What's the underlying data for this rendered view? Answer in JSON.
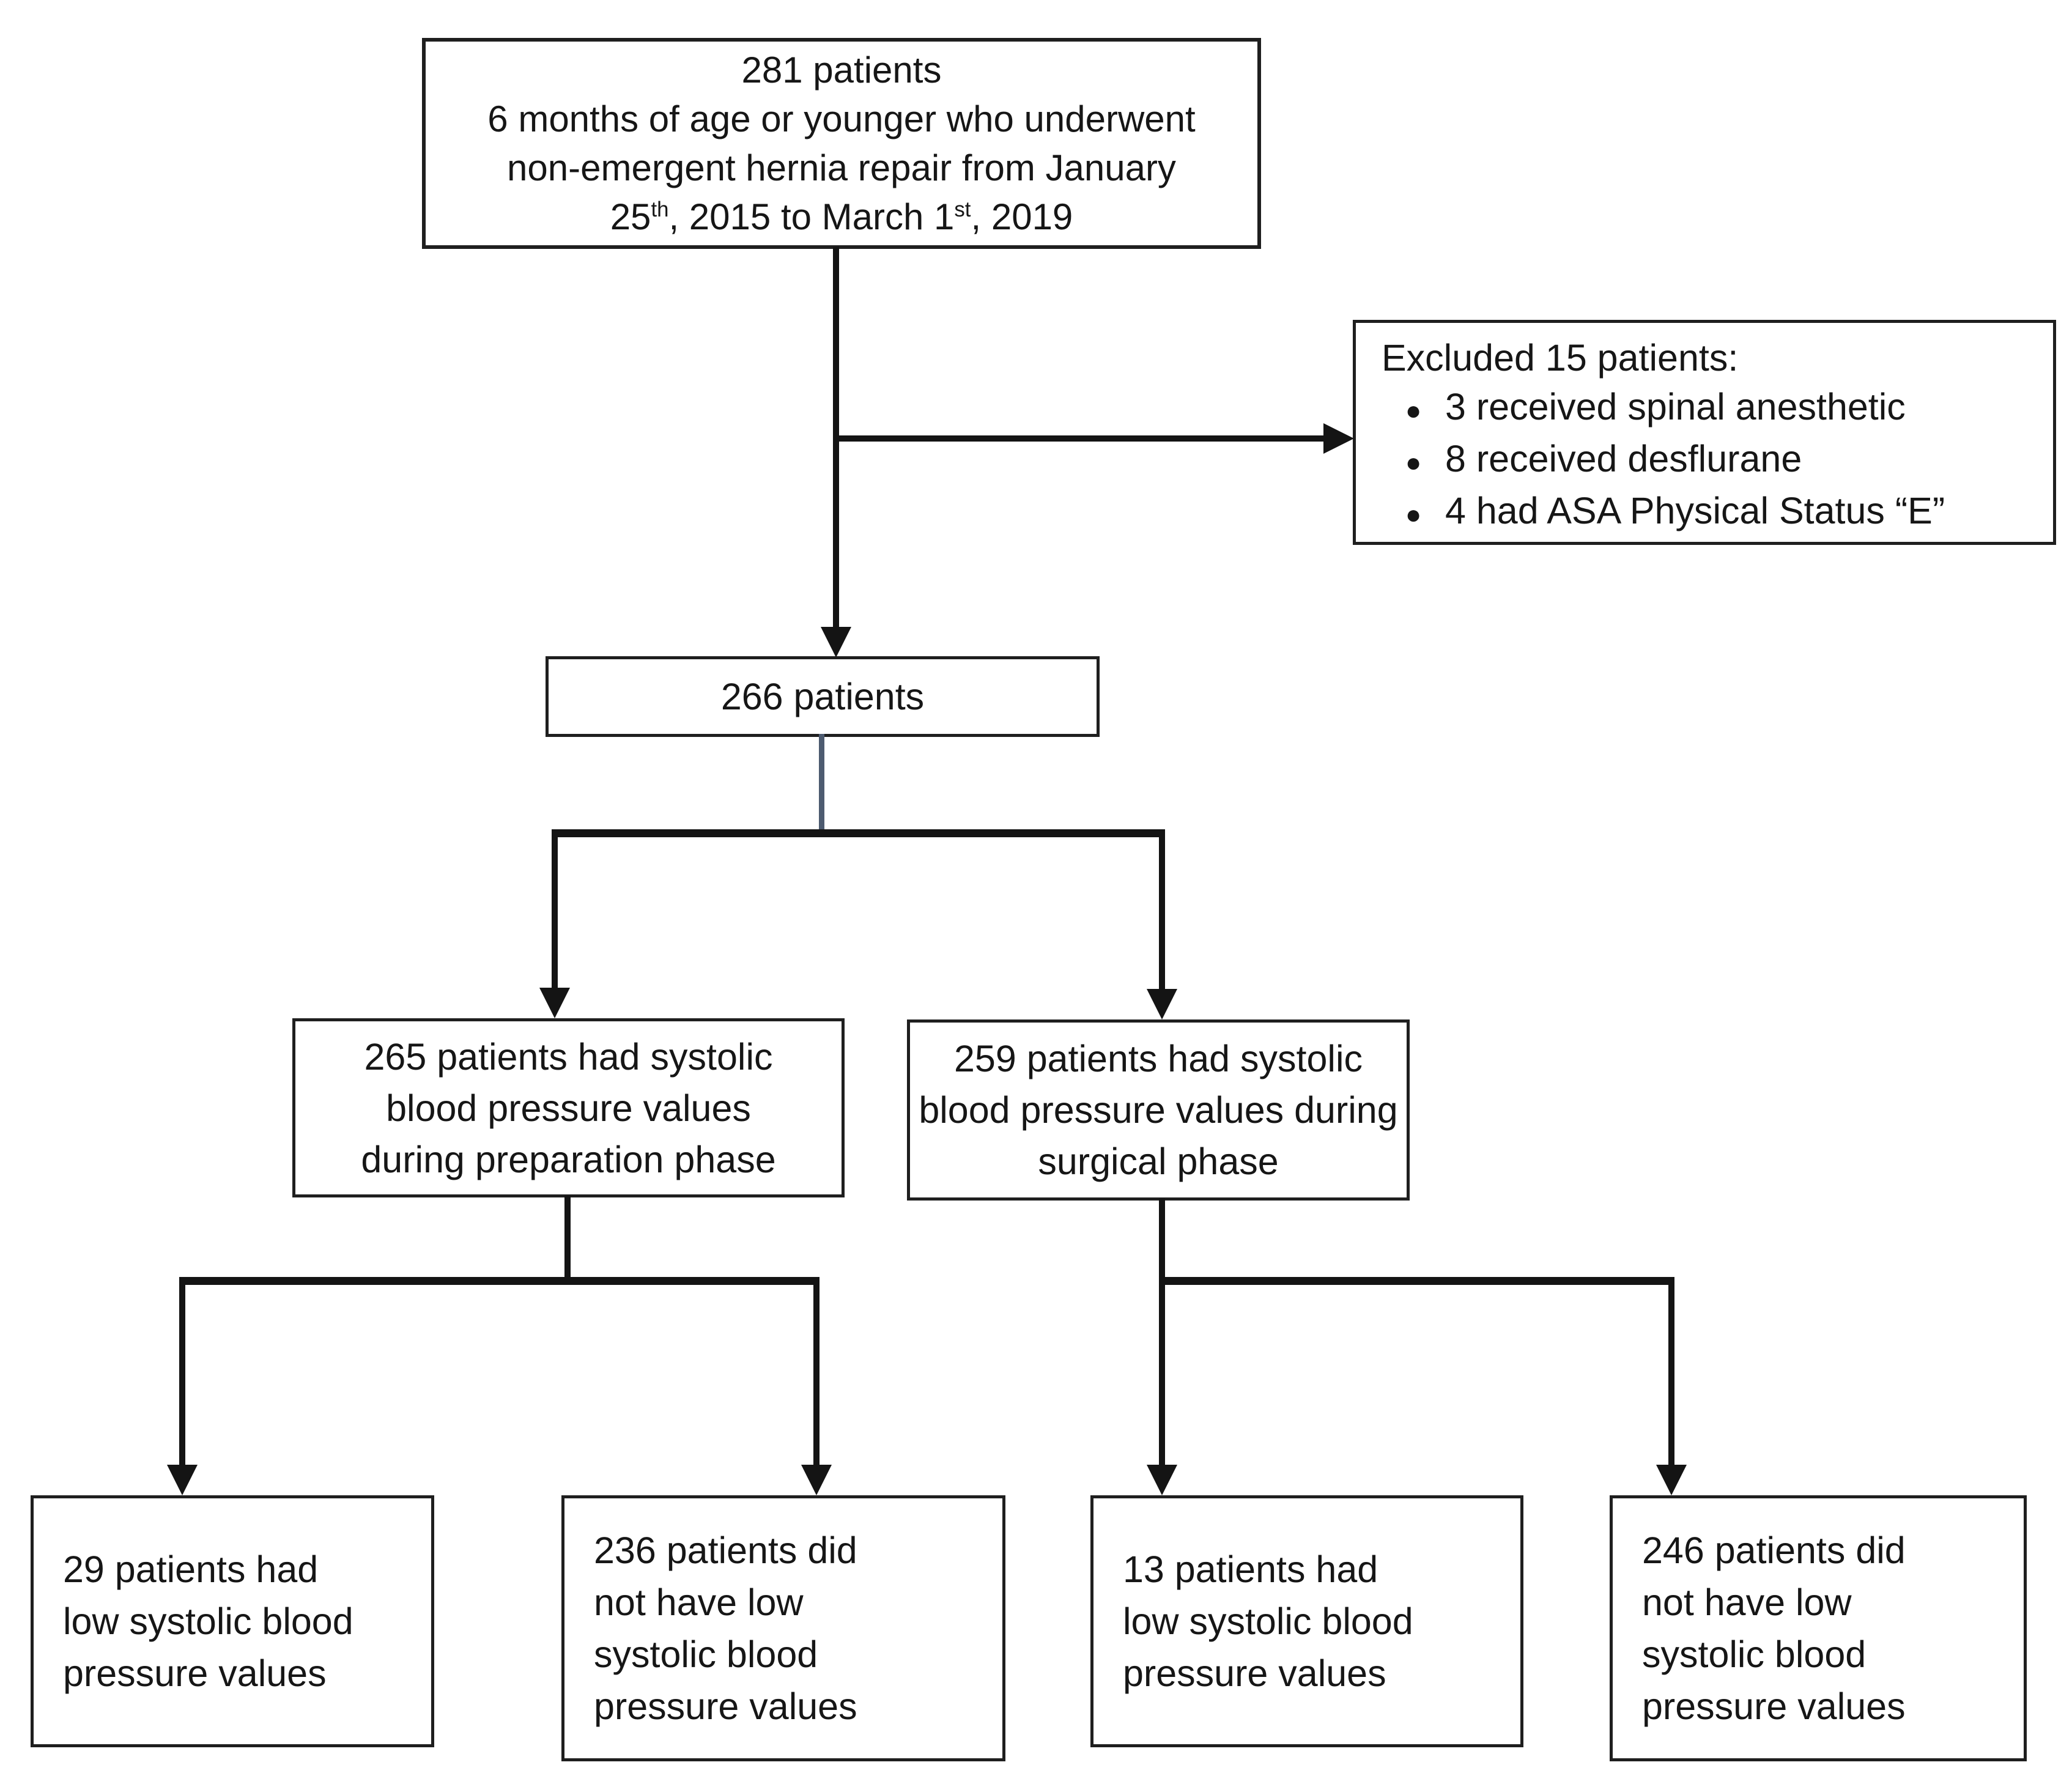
{
  "diagram": {
    "enrollment": {
      "line1": "281 patients",
      "line2": "6 months of age or younger who underwent",
      "line3": "non-emergent hernia repair from January",
      "date_line": {
        "p1": "25",
        "sup1": "th",
        "p2": ", 2015 to March 1",
        "sup2": "st",
        "p3": ", 2019"
      }
    },
    "exclusion": {
      "title": "Excluded 15 patients:",
      "bullet_glyph": "●",
      "items": [
        "3 received spinal anesthetic",
        "8 received desflurane",
        "4 had ASA Physical Status “E”"
      ]
    },
    "eligible": {
      "text": "266 patients"
    },
    "prep_phase": {
      "line1": "265 patients had systolic",
      "line2": "blood pressure values",
      "line3": "during preparation phase"
    },
    "surgical_phase": {
      "line1": "259 patients had systolic",
      "line2": "blood pressure values during",
      "line3": "surgical phase"
    },
    "prep_low": {
      "line1": "29 patients had",
      "line2": "low systolic blood",
      "line3": "pressure values"
    },
    "prep_not_low": {
      "line1": "236 patients did",
      "line2": "not have low",
      "line3": "systolic blood",
      "line4": "pressure values"
    },
    "surgical_low": {
      "line1": "13 patients had",
      "line2": "low systolic blood",
      "line3": "pressure values"
    },
    "surgical_not_low": {
      "line1": "246 patients did",
      "line2": "not have low",
      "line3": "systolic blood",
      "line4": "pressure values"
    }
  },
  "colors": {
    "background": "#ffffff",
    "box_border": "#1f1f1f",
    "text": "#161616",
    "connector": "#141414",
    "thin_connector": "#4d5b70"
  }
}
